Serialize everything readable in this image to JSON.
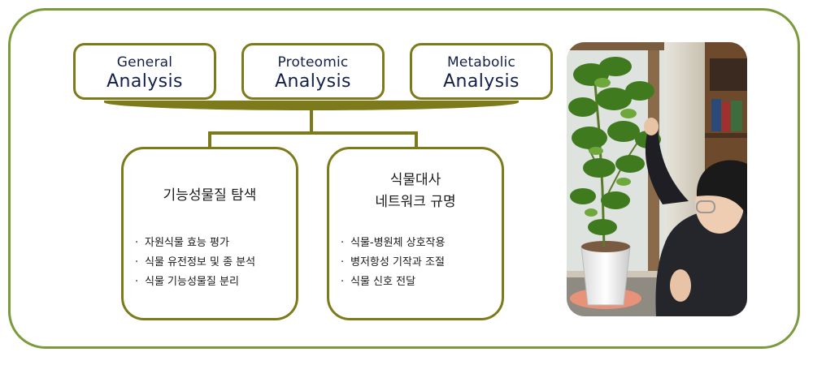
{
  "analyses": [
    {
      "line1": "General",
      "line2": "Analysis"
    },
    {
      "line1": "Proteomic",
      "line2": "Analysis"
    },
    {
      "line1": "Metabolic",
      "line2": "Analysis"
    }
  ],
  "left_box": {
    "title": "기능성물질 탐색",
    "items": [
      "자원식물 효능 평가",
      "식물 유전정보 및 종 분석",
      "식물 기능성물질 분리"
    ]
  },
  "right_box": {
    "title_line1": "식물대사",
    "title_line2": "네트워크 규명",
    "items": [
      "식물-병원체 상호작용",
      "병저항성 기작과 조절",
      "식물 신호 전달"
    ]
  },
  "colors": {
    "outer_frame": "#7a9a3c",
    "box_border": "#7d7a1c",
    "heading_text": "#15204a"
  }
}
